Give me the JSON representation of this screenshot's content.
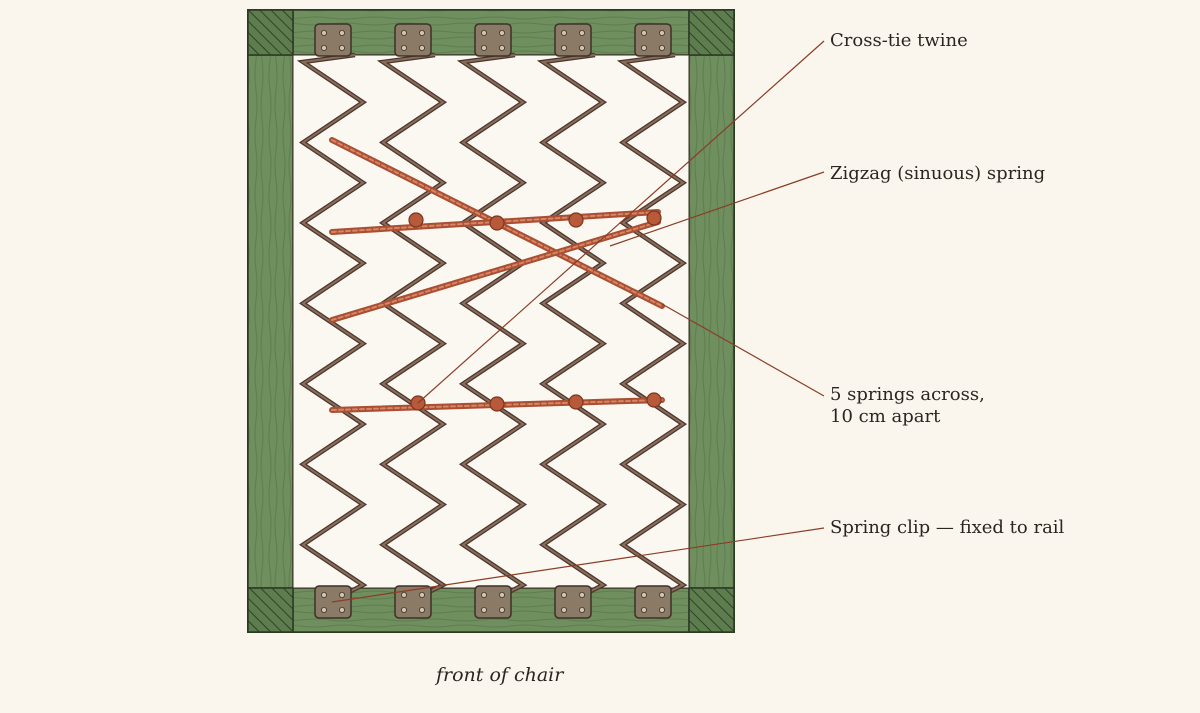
{
  "callouts": {
    "cross_tie": "Cross-tie twine",
    "zigzag": "Zigzag (sinuous) spring",
    "springs_line1": "5 springs across,",
    "springs_line2": "10 cm apart",
    "clip": "Spring clip — fixed to rail"
  },
  "caption": "front of chair",
  "spring_count": 5,
  "colors": {
    "background": "#faf6ee",
    "frame_green": "#6f8f5e",
    "frame_outline": "#2c3a24",
    "seat_fabric": "#fbf7f1",
    "spring_wire": "#6e5446",
    "twine": "#c76a4a",
    "leader_line": "#8a3d25",
    "clip_metal": "#8a7a66"
  }
}
